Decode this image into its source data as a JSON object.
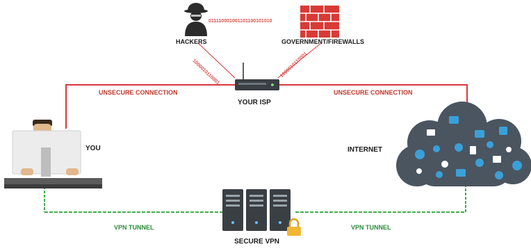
{
  "labels": {
    "hackers": "HACKERS",
    "government": "GOVERNMENT/FIREWALLS",
    "isp": "YOUR ISP",
    "you": "YOU",
    "internet": "INTERNET",
    "unsecure_left": "UNSECURE CONNECTION",
    "unsecure_right": "UNSECURE CONNECTION",
    "vpn_tunnel_left": "VPN TUNNEL",
    "vpn_tunnel_right": "VPN TUNNEL",
    "secure_vpn": "SECURE VPN"
  },
  "binary": {
    "top": "011110001001101100101010",
    "left_diag": "1000010110001",
    "right_diag": "1000010110001"
  },
  "colors": {
    "unsecure_line": "#d9363e",
    "vpn_chain": "#3fae4a",
    "cloud": "#4a5560",
    "icon_blue": "#3aa0d8",
    "dark": "#2b2b2b",
    "wall": "#d93a36"
  },
  "icons": [
    "hacker-icon",
    "firewall-icon",
    "router-icon",
    "user-computer-icon",
    "cloud-icon",
    "server-icon",
    "lock-icon"
  ]
}
